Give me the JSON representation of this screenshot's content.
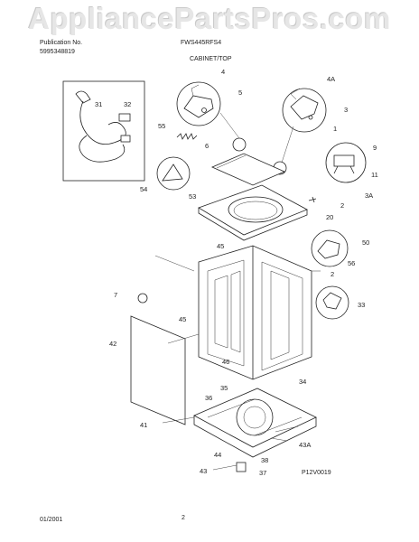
{
  "watermark": "AppliancePartsPros.com",
  "header": {
    "pub_label": "Publication No.",
    "pub_number": "5995348819",
    "model": "FWS445RFS4",
    "section": "CABINET/TOP"
  },
  "footer": {
    "date": "01/2001",
    "page": "2",
    "diagram_code": "P12V0019"
  },
  "callouts": [
    "31",
    "32",
    "55",
    "54",
    "4",
    "5",
    "4A",
    "3",
    "6",
    "1",
    "9",
    "11",
    "53",
    "3A",
    "2",
    "20",
    "45",
    "50",
    "56",
    "2",
    "7",
    "45",
    "33",
    "42",
    "46",
    "35",
    "34",
    "36",
    "41",
    "44",
    "43A",
    "38",
    "43",
    "37"
  ]
}
